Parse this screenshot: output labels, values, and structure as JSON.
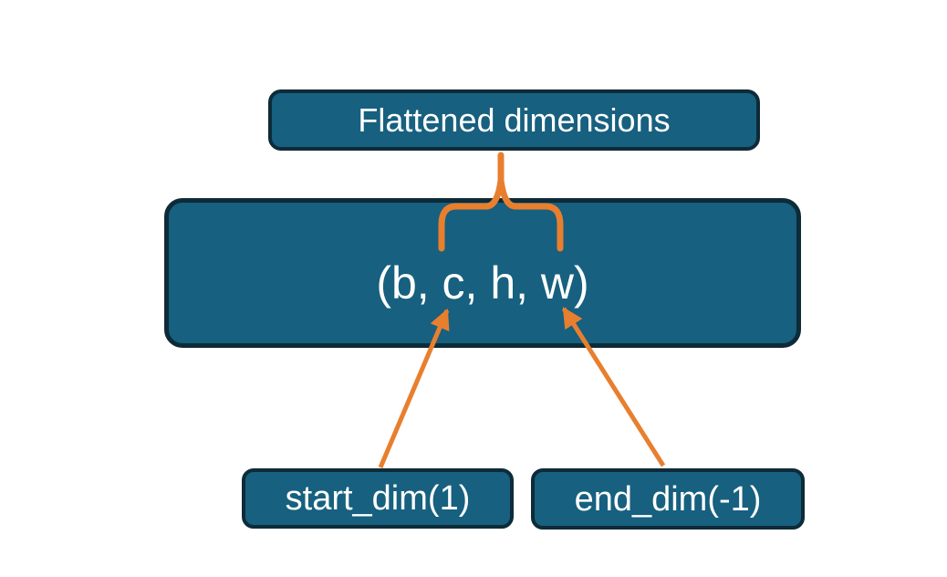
{
  "colors": {
    "background": "#ffffff",
    "node_fill": "#17607f",
    "node_border": "#0d2b38",
    "connector_orange": "#e87f2e",
    "label_text": "#ffffff"
  },
  "nodes": {
    "flattened": {
      "label": "Flattened dimensions"
    },
    "tensor": {
      "label": "(b, c, h, w)"
    },
    "start_dim": {
      "label": "start_dim(1)"
    },
    "end_dim": {
      "label": "end_dim(-1)"
    }
  }
}
